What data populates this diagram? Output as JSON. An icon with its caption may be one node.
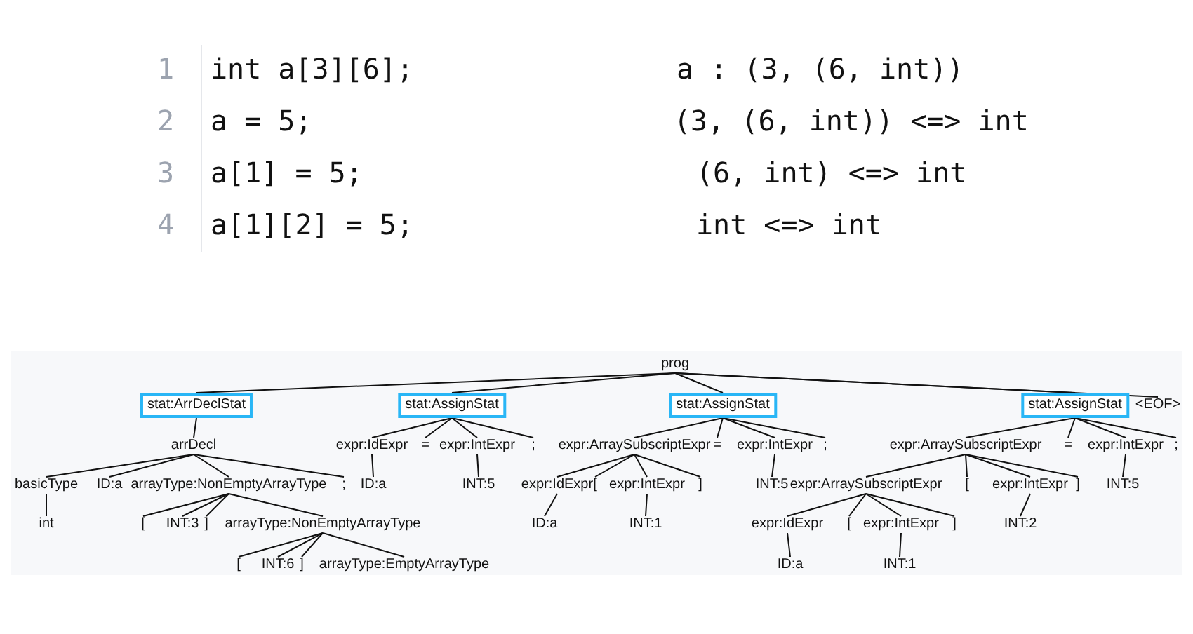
{
  "diagram": {
    "nodes": [
      {
        "text": [
          "prog"
        ]
      },
      {
        "text": [
          "stat:ArrDeclStat"
        ]
      },
      {
        "text": [
          "stat:AssignStat"
        ]
      },
      {
        "text": [
          "stat:AssignStat"
        ]
      },
      {
        "text": [
          "stat:AssignStat"
        ]
      },
      {
        "text": [
          "<EOF>"
        ]
      },
      {
        "text": [
          "arrDecl"
        ]
      },
      {
        "text": [
          "expr:IdExpr"
        ]
      },
      {
        "text": [
          "="
        ]
      },
      {
        "text": [
          "expr:IntExpr"
        ]
      },
      {
        "text": [
          ";"
        ]
      },
      {
        "text": [
          "expr:ArraySubscriptExpr"
        ]
      },
      {
        "text": [
          "="
        ]
      },
      {
        "text": [
          "expr:IntExpr"
        ]
      },
      {
        "text": [
          ";"
        ]
      },
      {
        "text": [
          "expr:ArraySubscriptExpr"
        ]
      },
      {
        "text": [
          "="
        ]
      },
      {
        "text": [
          "expr:IntExpr"
        ]
      },
      {
        "text": [
          ";"
        ]
      },
      {
        "text": [
          "basicType"
        ]
      },
      {
        "text": [
          "ID:a"
        ]
      },
      {
        "text": [
          "arrayType:NonEmptyArrayType"
        ]
      },
      {
        "text": [
          ";"
        ]
      },
      {
        "text": [
          "ID:a"
        ]
      },
      {
        "text": [
          "INT:5"
        ]
      },
      {
        "text": [
          "expr:IdExpr"
        ]
      },
      {
        "text": [
          "["
        ]
      },
      {
        "text": [
          "expr:IntExpr"
        ]
      },
      {
        "text": [
          "]"
        ]
      },
      {
        "text": [
          "INT:5"
        ]
      },
      {
        "text": [
          "expr:ArraySubscriptExpr"
        ]
      },
      {
        "text": [
          "["
        ]
      },
      {
        "text": [
          "expr:IntExpr"
        ]
      },
      {
        "text": [
          "]"
        ]
      },
      {
        "text": [
          "INT:5"
        ]
      },
      {
        "text": [
          "int"
        ]
      },
      {
        "text": [
          "["
        ]
      },
      {
        "text": [
          "INT:3"
        ]
      },
      {
        "text": [
          "]"
        ]
      },
      {
        "text": [
          "arrayType:NonEmptyArrayType"
        ]
      },
      {
        "text": [
          "ID:a"
        ]
      },
      {
        "text": [
          "INT:1"
        ]
      },
      {
        "text": [
          "expr:IdExpr"
        ]
      },
      {
        "text": [
          "["
        ]
      },
      {
        "text": [
          "expr:IntExpr"
        ]
      },
      {
        "text": [
          "]"
        ]
      },
      {
        "text": [
          "INT:2"
        ]
      },
      {
        "text": [
          "["
        ]
      },
      {
        "text": [
          "INT:6"
        ]
      },
      {
        "text": [
          "]"
        ]
      },
      {
        "text": [
          "arrayType:EmptyArrayType"
        ]
      },
      {
        "text": [
          "ID:a"
        ]
      },
      {
        "text": [
          "INT:1"
        ]
      }
    ],
    "edges": [
      {
        "from": 0,
        "to": 1,
        "arrow": "none"
      },
      {
        "from": 0,
        "to": 2,
        "arrow": "none"
      },
      {
        "from": 0,
        "to": 3,
        "arrow": "none"
      },
      {
        "from": 0,
        "to": 4,
        "arrow": "none"
      },
      {
        "from": 0,
        "to": 5,
        "arrow": "none"
      },
      {
        "from": 1,
        "to": 6,
        "arrow": "none"
      },
      {
        "from": 2,
        "to": 7,
        "arrow": "none"
      },
      {
        "from": 2,
        "to": 8,
        "arrow": "none"
      },
      {
        "from": 2,
        "to": 9,
        "arrow": "none"
      },
      {
        "from": 2,
        "to": 10,
        "arrow": "none"
      },
      {
        "from": 3,
        "to": 11,
        "arrow": "none"
      },
      {
        "from": 3,
        "to": 12,
        "arrow": "none"
      },
      {
        "from": 3,
        "to": 13,
        "arrow": "none"
      },
      {
        "from": 3,
        "to": 14,
        "arrow": "none"
      },
      {
        "from": 4,
        "to": 15,
        "arrow": "none"
      },
      {
        "from": 4,
        "to": 16,
        "arrow": "none"
      },
      {
        "from": 4,
        "to": 17,
        "arrow": "none"
      },
      {
        "from": 4,
        "to": 18,
        "arrow": "none"
      },
      {
        "from": 6,
        "to": 19,
        "arrow": "none"
      },
      {
        "from": 6,
        "to": 20,
        "arrow": "none"
      },
      {
        "from": 6,
        "to": 21,
        "arrow": "none"
      },
      {
        "from": 6,
        "to": 22,
        "arrow": "none"
      },
      {
        "from": 7,
        "to": 23,
        "arrow": "none"
      },
      {
        "from": 9,
        "to": 24,
        "arrow": "none"
      },
      {
        "from": 11,
        "to": 25,
        "arrow": "none"
      },
      {
        "from": 11,
        "to": 26,
        "arrow": "none"
      },
      {
        "from": 11,
        "to": 27,
        "arrow": "none"
      },
      {
        "from": 11,
        "to": 28,
        "arrow": "none"
      },
      {
        "from": 13,
        "to": 29,
        "arrow": "none"
      },
      {
        "from": 15,
        "to": 30,
        "arrow": "none"
      },
      {
        "from": 15,
        "to": 31,
        "arrow": "none"
      },
      {
        "from": 15,
        "to": 32,
        "arrow": "none"
      },
      {
        "from": 15,
        "to": 33,
        "arrow": "none"
      },
      {
        "from": 17,
        "to": 34,
        "arrow": "none"
      },
      {
        "from": 19,
        "to": 35,
        "arrow": "none"
      },
      {
        "from": 21,
        "to": 36,
        "arrow": "none"
      },
      {
        "from": 21,
        "to": 37,
        "arrow": "none"
      },
      {
        "from": 21,
        "to": 38,
        "arrow": "none"
      },
      {
        "from": 21,
        "to": 39,
        "arrow": "none"
      },
      {
        "from": 25,
        "to": 40,
        "arrow": "none"
      },
      {
        "from": 27,
        "to": 41,
        "arrow": "none"
      },
      {
        "from": 30,
        "to": 42,
        "arrow": "none"
      },
      {
        "from": 30,
        "to": 43,
        "arrow": "none"
      },
      {
        "from": 30,
        "to": 44,
        "arrow": "none"
      },
      {
        "from": 30,
        "to": 45,
        "arrow": "none"
      },
      {
        "from": 32,
        "to": 46,
        "arrow": "none"
      },
      {
        "from": 39,
        "to": 47,
        "arrow": "none"
      },
      {
        "from": 39,
        "to": 48,
        "arrow": "none"
      },
      {
        "from": 39,
        "to": 49,
        "arrow": "none"
      },
      {
        "from": 39,
        "to": 50,
        "arrow": "none"
      },
      {
        "from": 42,
        "to": 51,
        "arrow": "none"
      },
      {
        "from": 44,
        "to": 52,
        "arrow": "none"
      }
    ],
    "labels": [
      "1",
      "int a[3][6];",
      "a : (3, (6, int))",
      "2",
      "a = 5;",
      "(3, (6, int)) <=> int",
      "3",
      "a[1] = 5;",
      "(6, int) <=> int",
      "4",
      "a[1][2] = 5;",
      "int <=> int"
    ]
  }
}
